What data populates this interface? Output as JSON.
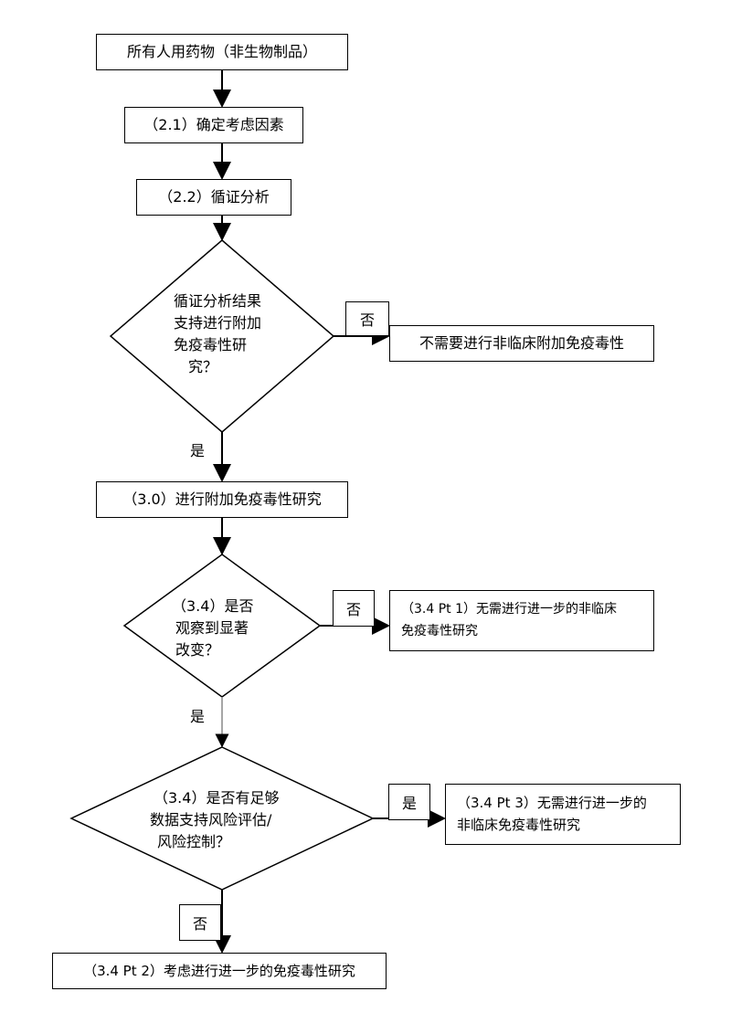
{
  "nodes": {
    "start": "所有人用药物（非生物制品）",
    "step_2_1": "（2.1）确定考虑因素",
    "step_2_2": "（2.2）循证分析",
    "decision_1": [
      "循证分析结果",
      "支持进行附加",
      "免疫毒性研",
      "究？"
    ],
    "outcome_no_1": "不需要进行非临床附加免疫毒性",
    "step_3_0": "（3.0）进行附加免疫毒性研究",
    "decision_2": [
      "（3.4）是否",
      "观察到显著",
      "改变？"
    ],
    "outcome_pt1": [
      "（3.4 Pt 1）无需进行进一步的非临床",
      "免疫毒性研究"
    ],
    "decision_3": [
      "（3.4）是否有足够",
      "数据支持风险评估/",
      "风险控制？"
    ],
    "outcome_pt3": [
      "（3.4 Pt 3）无需进行进一步的",
      "非临床免疫毒性研究"
    ],
    "outcome_pt2": "（3.4 Pt 2）考虑进行进一步的免疫毒性研究"
  },
  "labels": {
    "no": "否",
    "yes": "是"
  }
}
